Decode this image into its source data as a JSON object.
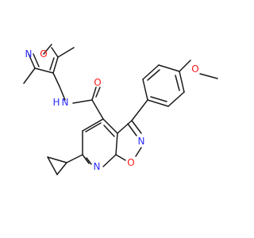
{
  "molecule": {
    "atom_labels": {
      "o_isox_top": "O",
      "n_isox_top": "N",
      "amide_nh": "N",
      "amide_h": "H",
      "o_carbonyl": "O",
      "o_methoxy": "O",
      "n_isox_fused": "N",
      "o_isox_fused": "O",
      "n_pyridine": "N"
    },
    "colors": {
      "nitrogen": "#2d2dff",
      "oxygen": "#ff1a1a",
      "carbon": "#1a1a1a",
      "background": "#ffffff"
    }
  }
}
